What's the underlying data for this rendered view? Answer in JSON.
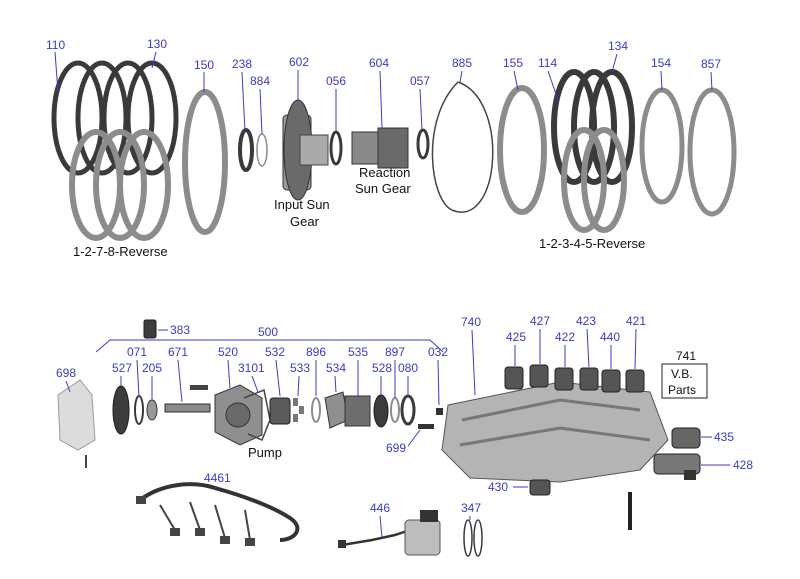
{
  "colors": {
    "callout": "#3a3ac8",
    "part_light": "#9a9a9a",
    "part_dark": "#3a3a3a",
    "label": "#111111"
  },
  "callouts": {
    "n110": "110",
    "n130": "130",
    "n150": "150",
    "n238": "238",
    "n884": "884",
    "n602": "602",
    "n056": "056",
    "n604": "604",
    "n057": "057",
    "n885": "885",
    "n155": "155",
    "n114": "114",
    "n134": "134",
    "n154": "154",
    "n857": "857",
    "n383": "383",
    "n500": "500",
    "n071": "071",
    "n671": "671",
    "n520": "520",
    "n532": "532",
    "n896": "896",
    "n535": "535",
    "n897": "897",
    "n032": "032",
    "n698": "698",
    "n527": "527",
    "n205": "205",
    "n3101": "3101",
    "n533": "533",
    "n534": "534",
    "n528": "528",
    "n080": "080",
    "n699": "699",
    "n740": "740",
    "n425": "425",
    "n427": "427",
    "n422": "422",
    "n423": "423",
    "n440": "440",
    "n421": "421",
    "n741": "741",
    "n435": "435",
    "n428": "428",
    "n430": "430",
    "n4461": "4461",
    "n446": "446",
    "n347": "347"
  },
  "labels": {
    "clutch_left": "1-2-7-8-Reverse",
    "clutch_right": "1-2-3-4-5-Reverse",
    "input_sun_1": "Input Sun",
    "input_sun_2": "Gear",
    "reaction_sun_1": "Reaction",
    "reaction_sun_2": "Sun Gear",
    "pump": "Pump",
    "vb_1": "V.B.",
    "vb_2": "Parts"
  }
}
